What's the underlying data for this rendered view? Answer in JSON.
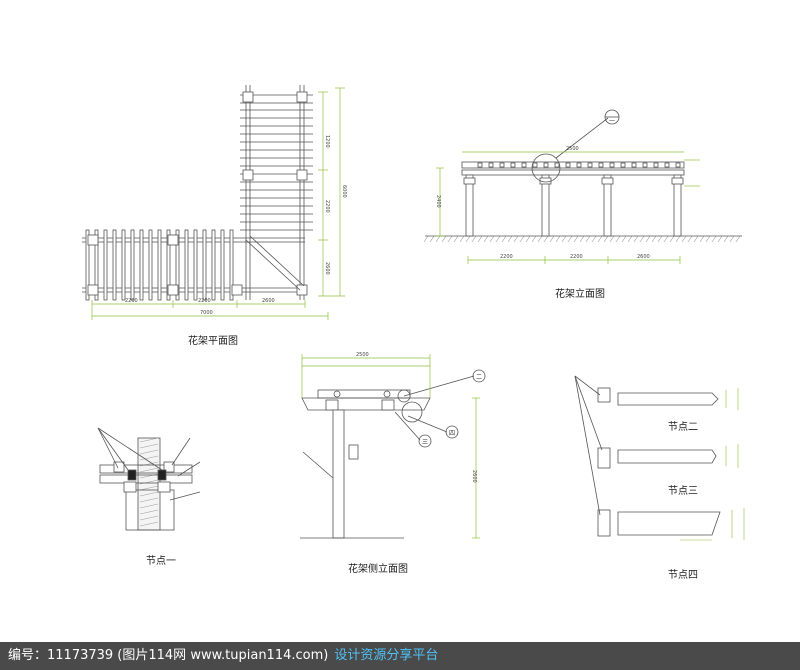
{
  "captions": {
    "plan": "花架平面图",
    "front_elevation": "花架立面图",
    "side_elevation": "花架侧立面图",
    "node_1": "节点一",
    "node_2": "节点二",
    "node_3": "节点三",
    "node_4": "节点四"
  },
  "callouts": {
    "c1": "一",
    "c2": "二",
    "c3": "三",
    "c4": "四"
  },
  "dims": {
    "plan_right_1": "1200",
    "plan_right_2": "2200",
    "plan_right_3": "2600",
    "plan_right_total": "6000",
    "plan_bottom_1": "2200",
    "plan_bottom_2": "2200",
    "plan_bottom_3": "2600",
    "plan_bottom_total": "7000",
    "front_top": "2500",
    "front_bottom_1": "2200",
    "front_bottom_2": "2200",
    "front_bottom_3": "2600",
    "front_height": "2400",
    "side_top": "2500",
    "side_height": "2600"
  },
  "footer": {
    "text": "编号：11173739 (图片114网 www.tupian114.com)",
    "link": "设计资源分享平台"
  },
  "colors": {
    "line": "#555555",
    "dimension": "#8ec13a",
    "footer_bg": "#4a4a4a",
    "footer_link": "#4fc3f7"
  }
}
